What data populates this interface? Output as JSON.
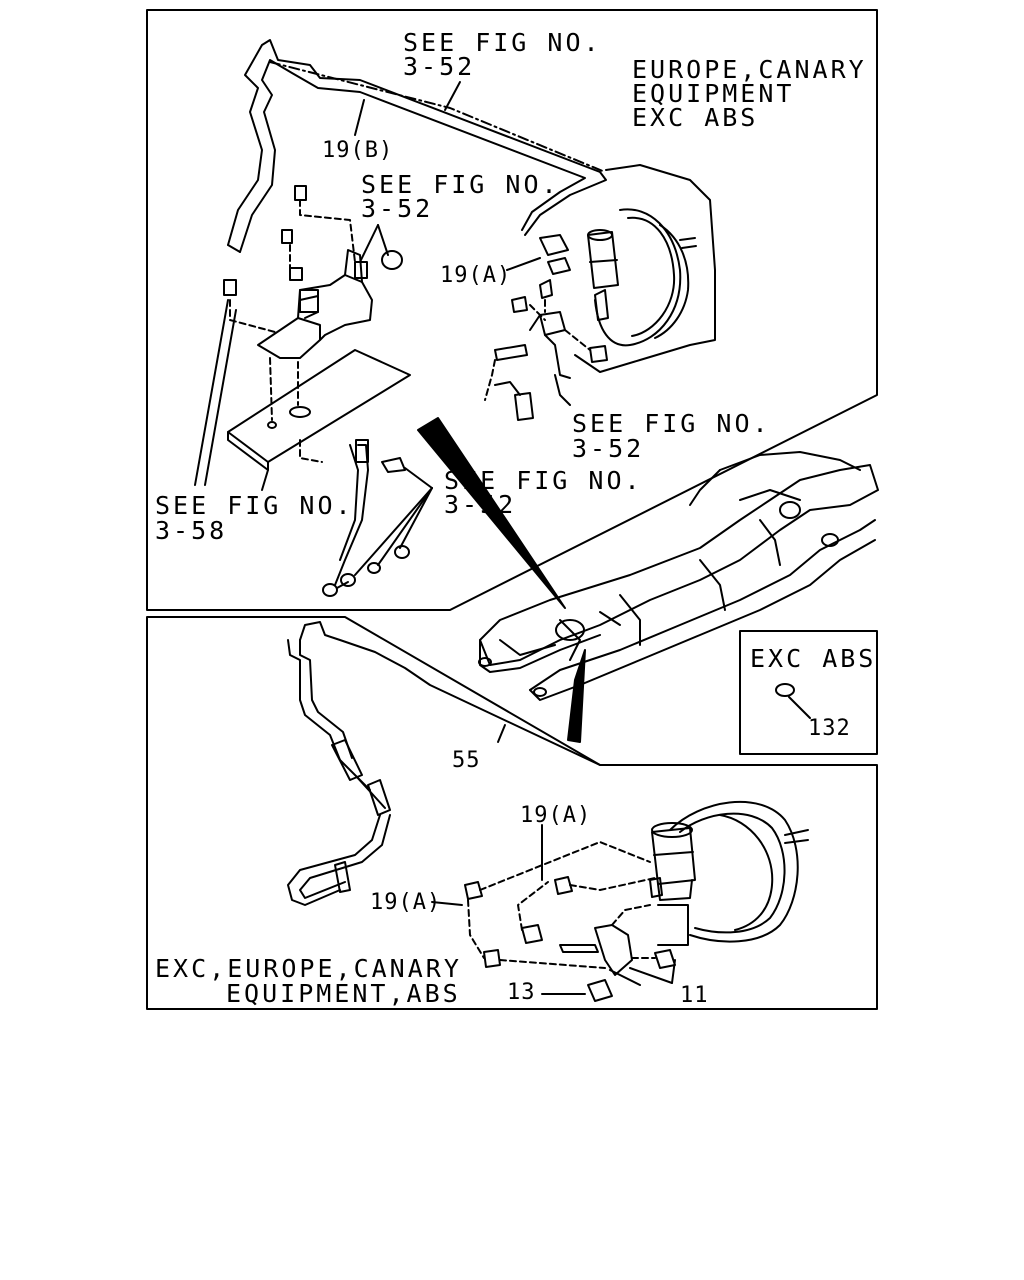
{
  "upper_panel": {
    "see_fig_top": [
      "SEE FIG NO.",
      "3-52"
    ],
    "region_note": [
      "EUROPE,CANARY",
      "EQUIPMENT",
      "EXC ABS"
    ],
    "see_fig_mid": [
      "SEE FIG NO.",
      "3-52"
    ],
    "see_fig_right": [
      "SEE FIG NO.",
      "3-52"
    ],
    "see_fig_center": [
      "SEE FIG NO.",
      "3-52"
    ],
    "see_fig_left": [
      "SEE FIG NO.",
      "3-58"
    ],
    "callouts": {
      "pipe_b": "19(B)",
      "pipe_a": "19(A)"
    }
  },
  "lower_panel": {
    "callouts": {
      "pipe_55": "55",
      "pipe_a_top": "19(A)",
      "pipe_a_left": "19(A)",
      "bolt_13": "13",
      "valve_11": "11"
    },
    "region_note": [
      "EXC,EUROPE,CANARY",
      "EQUIPMENT,ABS"
    ]
  },
  "inset": {
    "title": "EXC ABS",
    "callout": "132"
  }
}
